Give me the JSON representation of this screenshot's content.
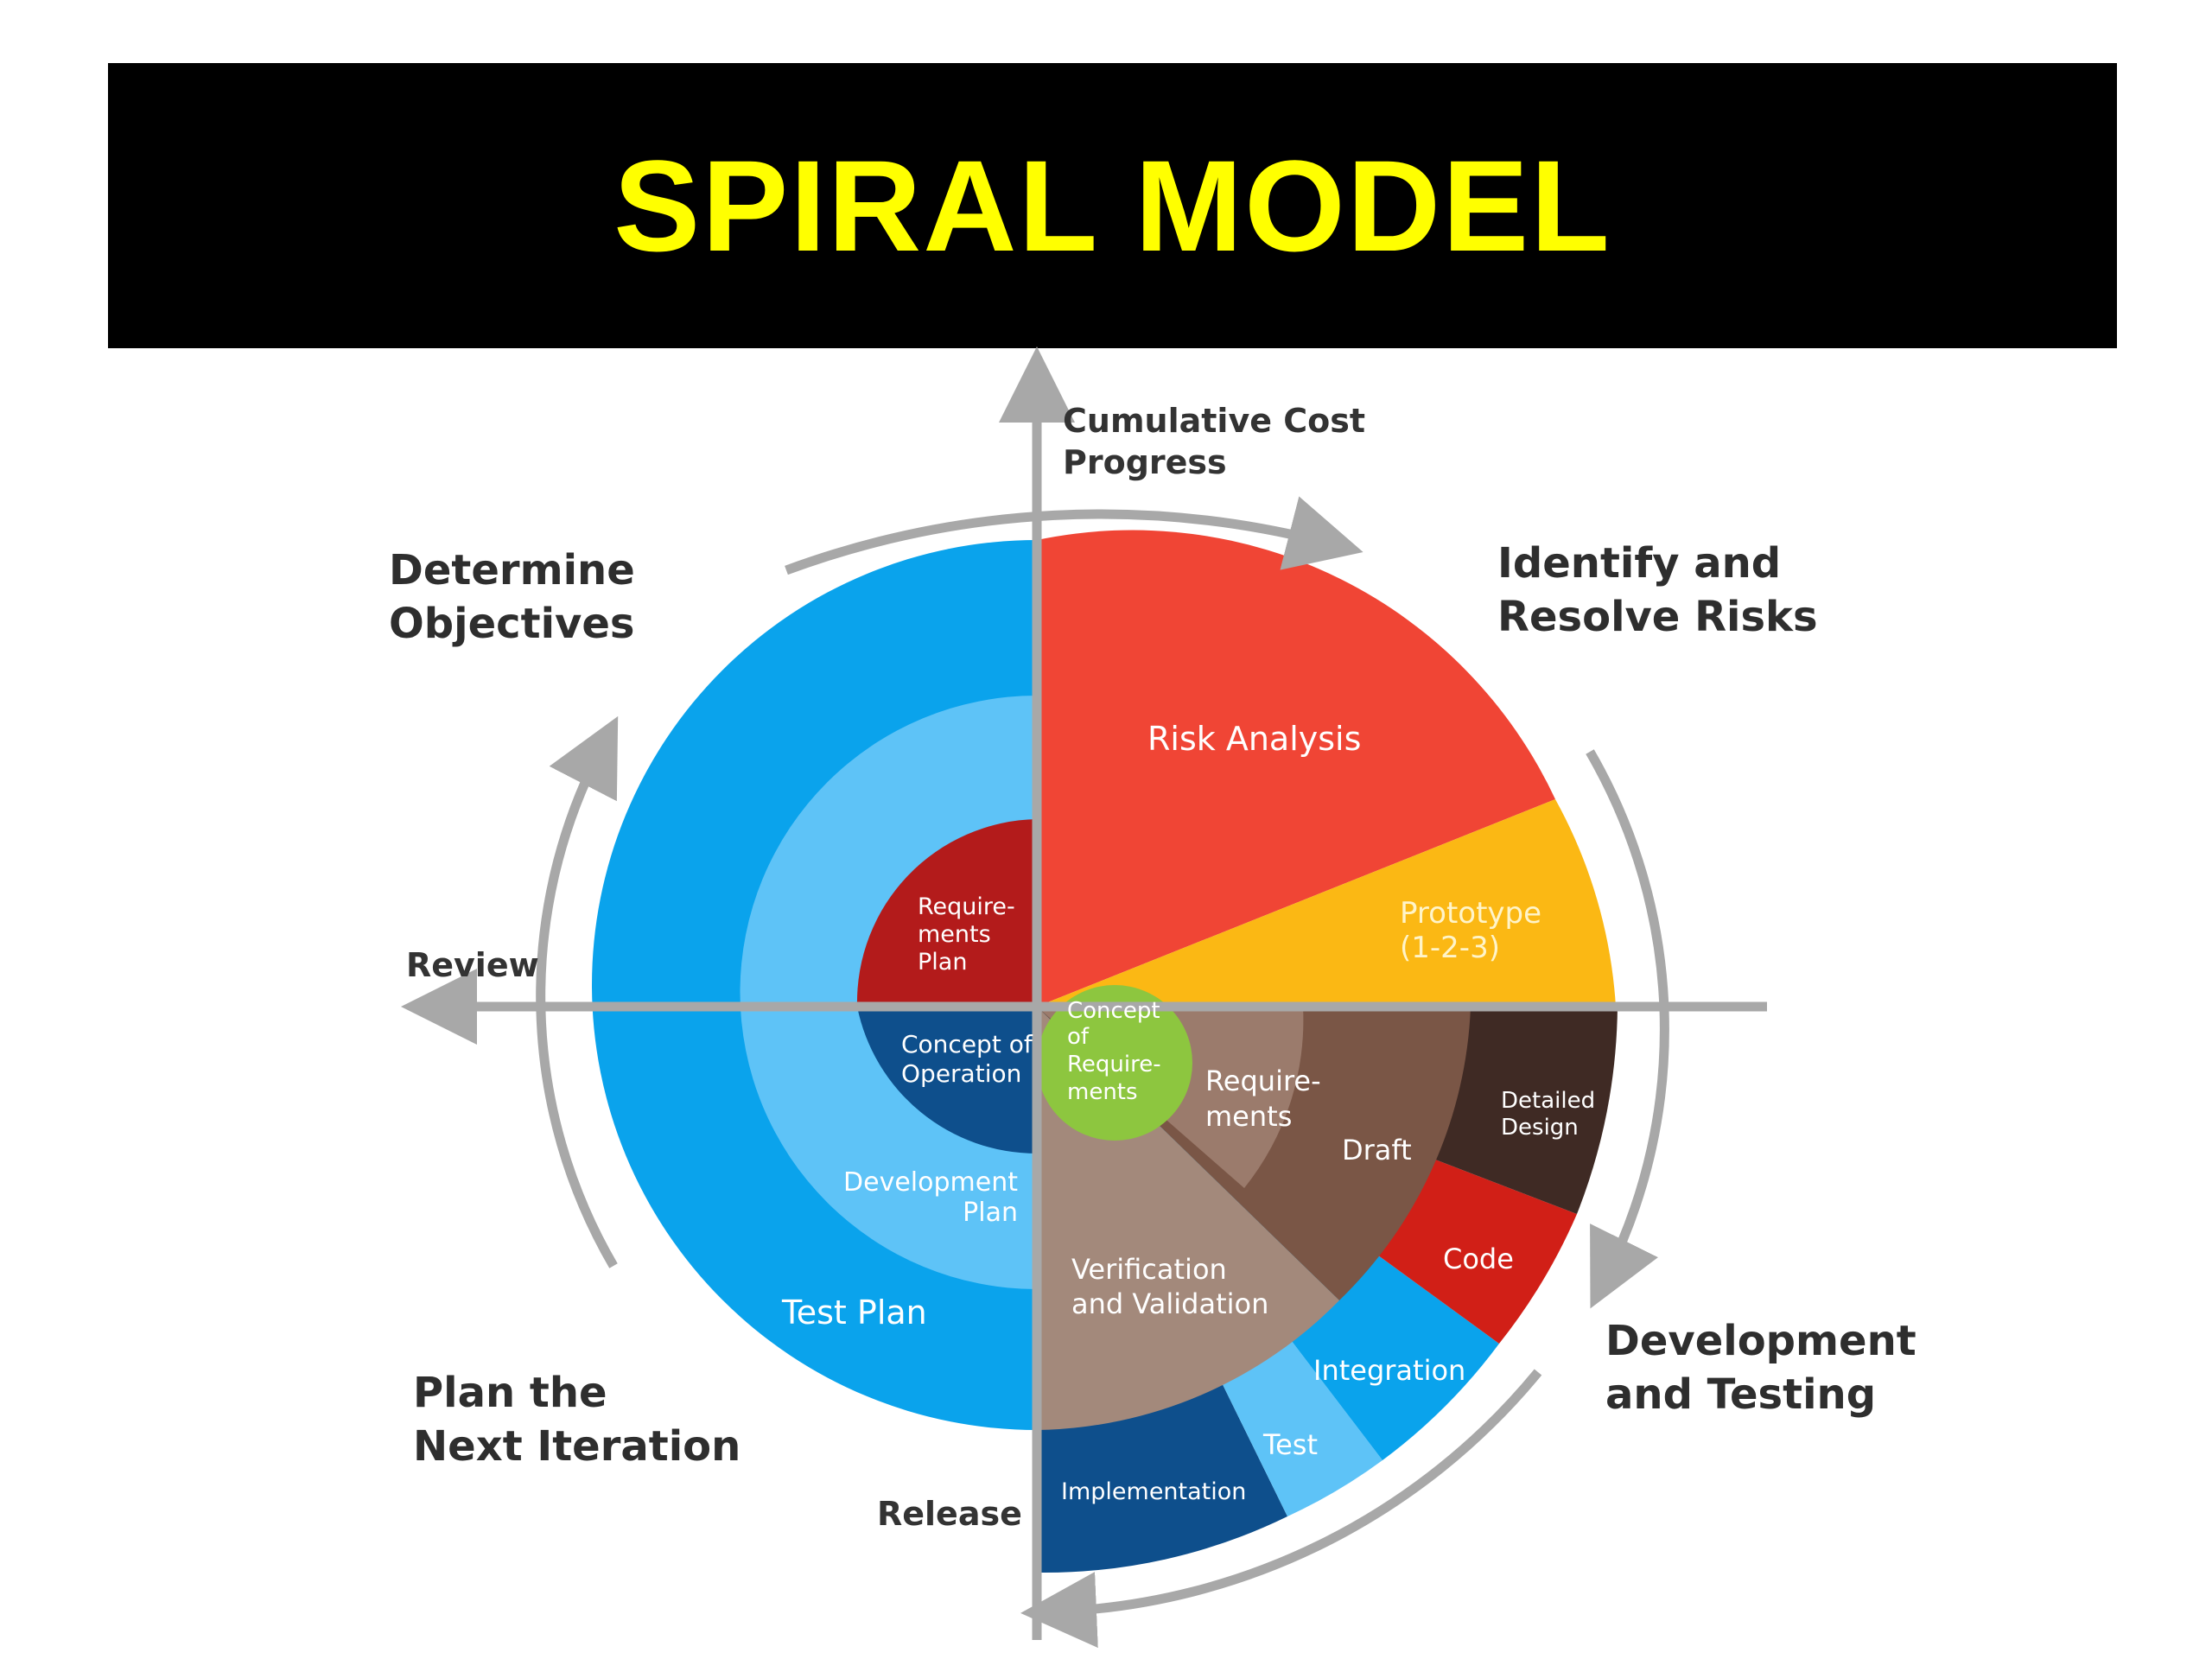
{
  "title": {
    "text": "SPIRAL MODEL",
    "color": "#ffff00"
  },
  "axes": {
    "top": [
      "Cumulative Cost",
      "Progress"
    ],
    "left": "Review",
    "bottom": "Release"
  },
  "quadrants": {
    "top_left": [
      "Determine",
      "Objectives"
    ],
    "top_right": [
      "Identify and",
      "Resolve Risks"
    ],
    "bottom_right": [
      "Development",
      "and Testing"
    ],
    "bottom_left": [
      "Plan the",
      "Next Iteration"
    ]
  },
  "segments": {
    "risk_analysis": "Risk Analysis",
    "prototype": [
      "Prototype",
      "(1-2-3)"
    ],
    "concept_requirements": [
      "Concept",
      "of",
      "Require-",
      "ments"
    ],
    "requirements": [
      "Require-",
      "ments"
    ],
    "draft": "Draft",
    "detailed_design": [
      "Detailed",
      "Design"
    ],
    "code": "Code",
    "verification": [
      "Verification",
      "and Validation"
    ],
    "integration": "Integration",
    "test": "Test",
    "implementation": "Implementation",
    "requirements_plan": [
      "Require-",
      "ments",
      "Plan"
    ],
    "concept_operation": [
      "Concept of",
      "Operation"
    ],
    "development_plan": [
      "Development",
      "Plan"
    ],
    "test_plan": "Test Plan"
  },
  "colors": {
    "blue_outer": "#0aa3ec",
    "blue_mid": "#5ec3f7",
    "navy": "#0e4f8c",
    "dark_red": "#b31b1b",
    "red": "#f04535",
    "orange": "#fbb814",
    "green": "#8dc63f",
    "brown_light": "#9b7b6c",
    "brown_mid": "#7a5646",
    "brown_dark": "#3f2a24",
    "code_red": "#d11f17",
    "taupe": "#a3897b",
    "axis_gray": "#a8a8a8"
  }
}
